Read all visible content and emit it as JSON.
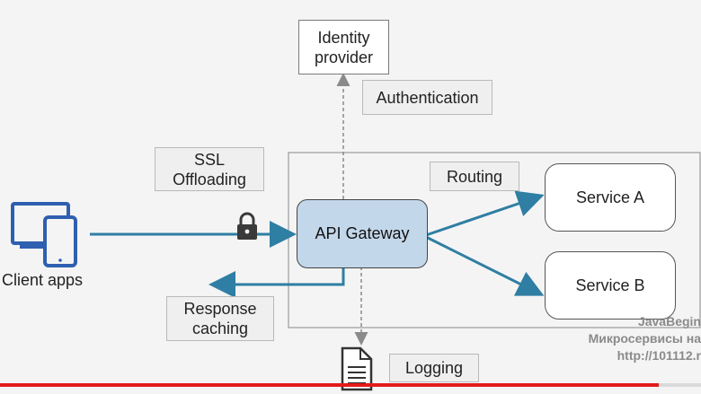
{
  "nodes": {
    "identity_provider": "Identity\nprovider",
    "authentication": "Authentication",
    "ssl_offloading": "SSL\nOffloading",
    "routing": "Routing",
    "service_a": "Service A",
    "service_b": "Service B",
    "api_gateway": "API Gateway",
    "client_apps": "Client apps",
    "response_caching": "Response\ncaching",
    "logging": "Logging"
  },
  "watermark": {
    "line1": "JavaBegin",
    "line2": "Микросервисы на",
    "line3": "http://101112.r"
  },
  "player": {
    "progress": 0.94
  },
  "colors": {
    "arrow_blue": "#2f7ea3",
    "gateway_fill": "#c3d7ea",
    "device_blue": "#2f5fb0",
    "dashed_gray": "#8a8a8a",
    "progress_red": "#e21b1b"
  }
}
